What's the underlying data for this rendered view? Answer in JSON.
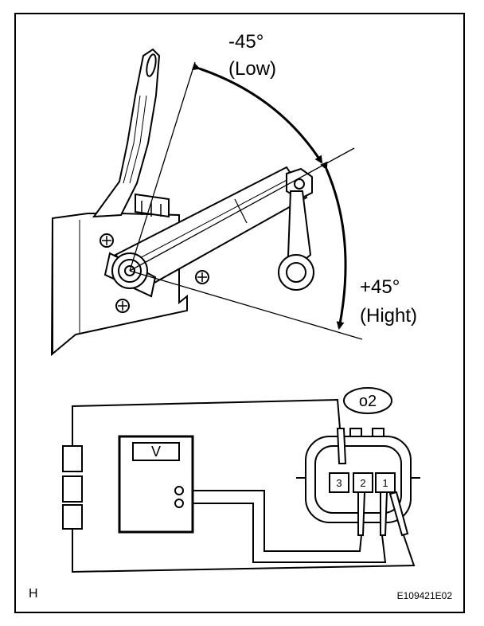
{
  "angles": {
    "low_value": "-45°",
    "low_name": "(Low)",
    "high_value": "+45°",
    "high_name": "(Hight)"
  },
  "meter": {
    "label": "V"
  },
  "connector": {
    "id": "o2",
    "pins": [
      "3",
      "2",
      "1"
    ]
  },
  "corner_letter": "H",
  "figure_code": "E109421E02"
}
